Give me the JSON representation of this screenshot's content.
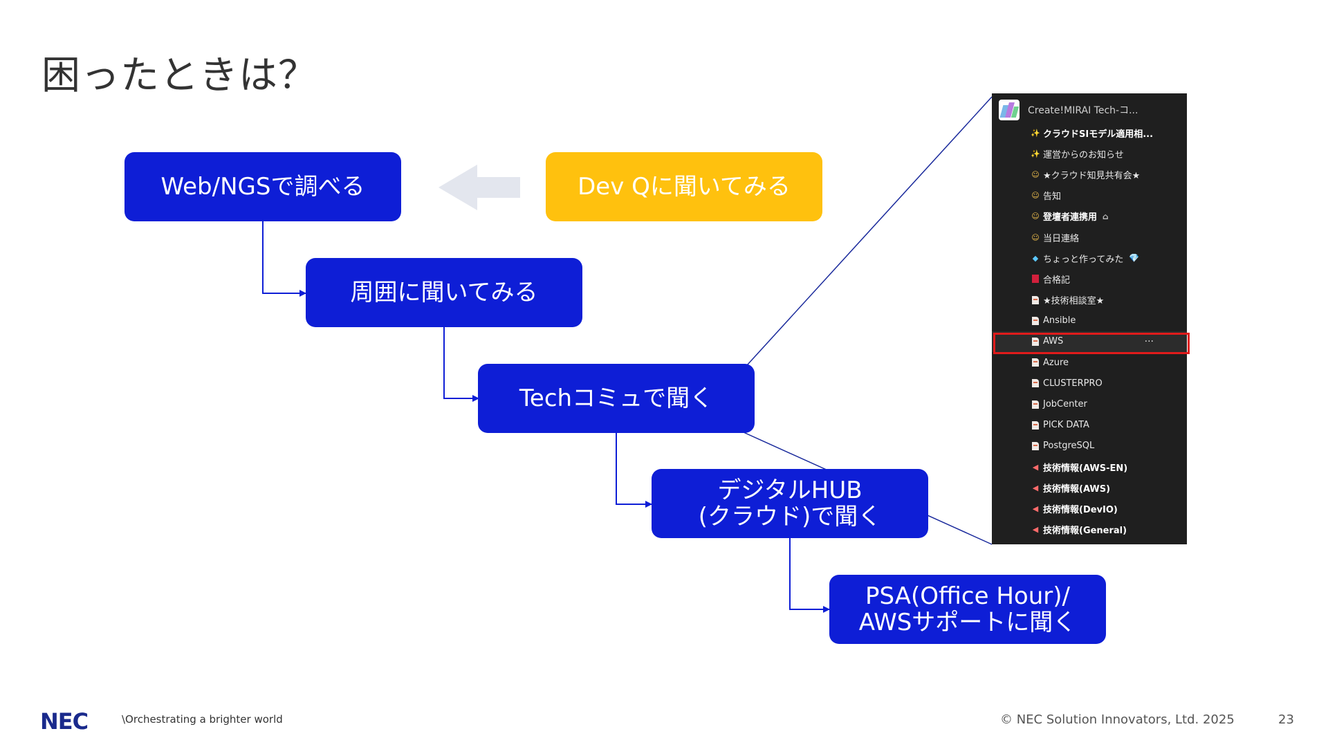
{
  "title": "困ったときは？",
  "flow": {
    "web_ngs": "Web/NGSで調べる",
    "dev_q": "Dev Qに聞いてみる",
    "ask_around": "周囲に聞いてみる",
    "tech_community": "Techコミュで聞く",
    "digital_hub_line1": "デジタルHUB",
    "digital_hub_line2": "(クラウド)で聞く",
    "psa_line1": "PSA(Office Hour)/",
    "psa_line2": "AWSサポートに聞く"
  },
  "colors": {
    "blue": "#0e1ed6",
    "yellow": "#ffc10e",
    "arrow_gray": "#e3e6ee",
    "highlight": "#e01b1b"
  },
  "panel": {
    "workspace_name": "Create!MIRAI Tech-コ...",
    "channels": [
      {
        "icon": "sparkle-icon",
        "label": "クラウドSIモデル適用相...",
        "bold": true
      },
      {
        "icon": "sparkle-icon",
        "label": "運営からのお知らせ",
        "bold": false
      },
      {
        "icon": "face-icon",
        "label": "★クラウド知見共有会★",
        "bold": false
      },
      {
        "icon": "face-icon",
        "label": "告知",
        "bold": false
      },
      {
        "icon": "face-icon",
        "label": "登壇者連携用",
        "bold": true,
        "extra": "⌂"
      },
      {
        "icon": "face-icon",
        "label": "当日連絡",
        "bold": false
      },
      {
        "icon": "gem-icon",
        "label": "ちょっと作ってみた",
        "bold": false,
        "extra": "💎"
      },
      {
        "icon": "book-icon",
        "label": "合格記",
        "bold": false
      },
      {
        "icon": "document-icon",
        "label": "★技術相談室★",
        "bold": false
      },
      {
        "icon": "document-icon",
        "label": "Ansible",
        "bold": false
      },
      {
        "icon": "document-icon",
        "label": "AWS",
        "bold": false,
        "selected": true,
        "dots": "···"
      },
      {
        "icon": "document-icon",
        "label": "Azure",
        "bold": false
      },
      {
        "icon": "document-icon",
        "label": "CLUSTERPRO",
        "bold": false
      },
      {
        "icon": "document-icon",
        "label": "JobCenter",
        "bold": false
      },
      {
        "icon": "document-icon",
        "label": "PICK DATA",
        "bold": false
      },
      {
        "icon": "document-icon",
        "label": "PostgreSQL",
        "bold": false
      },
      {
        "icon": "megaphone-icon",
        "label": "技術情報(AWS-EN)",
        "bold": true
      },
      {
        "icon": "megaphone-icon",
        "label": "技術情報(AWS)",
        "bold": true
      },
      {
        "icon": "megaphone-icon",
        "label": "技術情報(DevIO)",
        "bold": true
      },
      {
        "icon": "megaphone-icon",
        "label": "技術情報(General)",
        "bold": true
      }
    ]
  },
  "footer": {
    "logo": "NEC",
    "tagline": "\\Orchestrating a brighter world",
    "copyright": "© NEC Solution Innovators, Ltd. 2025",
    "page_number": "23"
  }
}
